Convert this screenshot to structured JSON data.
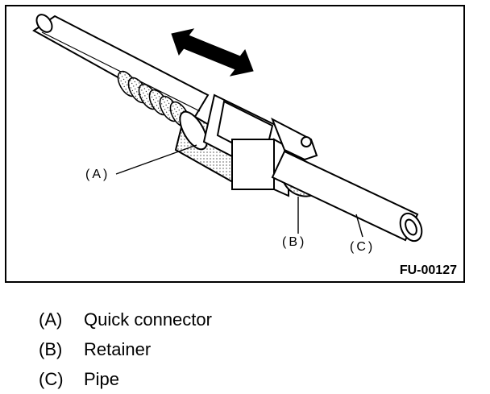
{
  "figure": {
    "id_label": "FU-00127",
    "callouts": {
      "a": "(A)",
      "b": "(B)",
      "c": "(C)"
    }
  },
  "legend": [
    {
      "key": "(A)",
      "text": "Quick connector"
    },
    {
      "key": "(B)",
      "text": "Retainer"
    },
    {
      "key": "(C)",
      "text": "Pipe"
    }
  ]
}
